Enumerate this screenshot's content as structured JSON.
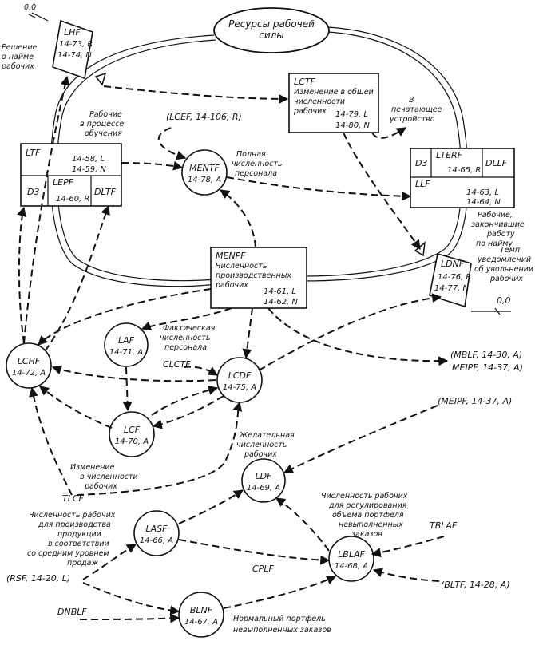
{
  "resource": {
    "line1": "Ресурсы рабочей",
    "line2": "силы"
  },
  "lhf": {
    "name": "LHF",
    "eq1": "14-73, R",
    "eq2": "14-74, N",
    "caption": [
      "Решение",
      "о найме",
      "рабочих"
    ],
    "source": "0,0"
  },
  "ltf": {
    "name": "LTF",
    "eq1": "14-58, L",
    "eq2": "14-59, N",
    "d": "D3",
    "lepf": "LEPF",
    "eq3": "14-60, R",
    "dltf": "DLTF",
    "caption": [
      "Рабочие",
      "в процессе",
      "обучения"
    ]
  },
  "lctf": {
    "name": "LCTF",
    "desc": [
      "Изменение в общей",
      "численности",
      "рабочих"
    ],
    "eq1": "14-79, L",
    "eq2": "14-80, N",
    "printer": [
      "В",
      "печатающее",
      "устройство"
    ]
  },
  "lcef": "(LCEF, 14-106, R)",
  "mentf": {
    "name": "MENTF",
    "eq": "14-78, A",
    "caption": [
      "Полная",
      "численность",
      "персонала"
    ]
  },
  "lterf": {
    "d": "D3",
    "name": "LTERF",
    "eq1": "14-65, R",
    "dllf": "DLLF",
    "llf": "LLF",
    "eq2": "14-63, L",
    "eq3": "14-64, N",
    "caption": [
      "Рабочие,",
      "закончившие",
      "работу",
      "по найму"
    ]
  },
  "ldnf": {
    "name": "LDNF",
    "eq1": "14-76, R",
    "eq2": "14-77, N",
    "caption": [
      "Темп",
      "уведомлений",
      "об увольнении",
      "рабочих"
    ],
    "sink": "0,0"
  },
  "menpf": {
    "name": "MENPF",
    "desc": [
      "Численность",
      "производственных",
      "рабочих"
    ],
    "eq1": "14-61, L",
    "eq2": "14-62, N"
  },
  "laf": {
    "name": "LAF",
    "eq": "14-71, A",
    "caption": [
      "Фактическая",
      "численность",
      "персонала"
    ]
  },
  "lchf": {
    "name": "LCHF",
    "eq": "14-72, A"
  },
  "clctf": "CLCTF",
  "lcdf": {
    "name": "LCDF",
    "eq": "14-75, A"
  },
  "mblf": [
    "(MBLF, 14-30, A)",
    "MEIPF, 14-37, A)"
  ],
  "meipf2": "(MEIPF, 14-37, A)",
  "lcf": {
    "name": "LCF",
    "eq": "14-70, A",
    "caption": [
      "Изменение",
      "в численности",
      "рабочих"
    ]
  },
  "tlcf": "TLCF",
  "ldf": {
    "name": "LDF",
    "eq": "14-69, A",
    "caption": [
      "Желательная",
      "численность",
      "рабочих"
    ]
  },
  "lasf": {
    "name": "LASF",
    "eq": "14-66, A",
    "caption": [
      "Численность рабочих",
      "для производства",
      "продукции",
      "в соответствии",
      "со средним уровнем",
      "продаж"
    ]
  },
  "lblaf": {
    "name": "LBLAF",
    "eq": "14-68, A",
    "caption": [
      "Численность рабочих",
      "для регулирования",
      "объема портфеля",
      "невыполненных",
      "заказов"
    ]
  },
  "tblaf": "TBLAF",
  "cplf": "CPLF",
  "rsf": "(RSF, 14-20, L)",
  "bltf": "(BLTF, 14-28, A)",
  "dnblf": "DNBLF",
  "blnf": {
    "name": "BLNF",
    "eq": "14-67, A",
    "caption": [
      "Нормальный портфель",
      "невыполненных заказов"
    ]
  }
}
